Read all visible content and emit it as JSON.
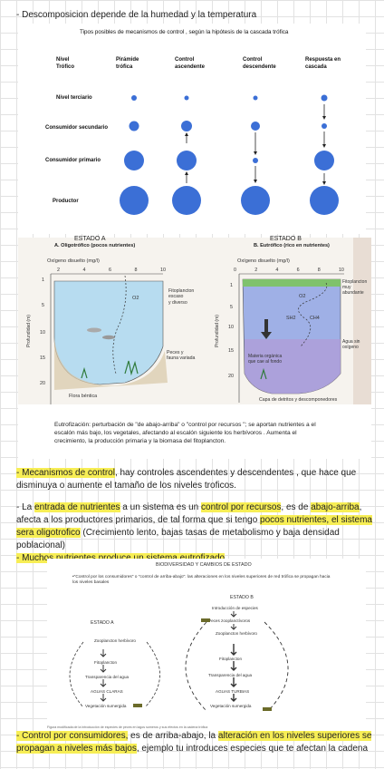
{
  "notes": {
    "line1": "- Descomposicion depende de la humedad y la temperatura",
    "p1_hl": "- Mecanismos de control",
    "p1_rest": ", hay controles ascendentes y descendentes , que hace que disminuya o aumente el tamaño de los niveles troficos.",
    "p2_a": "- La ",
    "p2_b": "entrada de nutrientes",
    "p2_c": " a un sistema es un ",
    "p2_d": "control por recursos",
    "p2_e": ", es de ",
    "p2_f": "abajo-arriba",
    "p2_g": ", afecta a los productores primarios, de tal forma que si tengo ",
    "p2_h": "pocos nutrientes, el sistema sera oligotrofico",
    "p2_i": " (Crecimiento lento, bajas tasas de metabolismo y baja densidad poblacional)",
    "p3": "- Muchos nutrientes produce un sistema eutrofizado",
    "p4_a": "- Control por consumidores,",
    "p4_b": " es de arriba-abajo, la ",
    "p4_c": "alteración en los niveles superiores se propagan a niveles más bajos",
    "p4_d": ", ejemplo tu introduces especies que te afectan la cadena"
  },
  "cascade": {
    "title": "Tipos posibles de mecanismos de control , según la hipótesis de la cascada trófica",
    "col_level": "Nivel\nTrófico",
    "col_pyramid": "Pirámide\ntrófica",
    "col_up": "Control\nascendente",
    "col_down": "Control\ndescendente",
    "col_response": "Respuesta en\ncascada",
    "row1": "Nivel terciario",
    "row2": "Consumidor secundario",
    "row3": "Consumidor primario",
    "row4": "Productor"
  },
  "lakes": {
    "a_title": "ESTADO A",
    "a_sub": "A. Oligotrófico (pocos nutrientes)",
    "b_title": "ESTADO B",
    "b_sub": "B. Eutrófico (rico en nutrientes)",
    "oxygen": "Oxígeno disuelto (mg/l)",
    "x_ticks": [
      "0",
      "2",
      "4",
      "6",
      "8",
      "10"
    ],
    "depth_ticks": [
      "1",
      "5",
      "10",
      "15",
      "20"
    ],
    "depth_label": "Profundidad (m)",
    "o2": "O2",
    "sh2": "SH2",
    "ch4": "CH4",
    "a_phyto": "Fitoplancton\nescaso\ny diverso",
    "a_fish": "Peces y\nfauna variada",
    "a_flora": "Flora béntica",
    "b_phyto": "Fitoplancton\nmuy\nabundante",
    "b_matter": "Materia orgánica\nque cae al fondo",
    "b_water": "Agua sin\noxígeno",
    "b_bottom": "Capa de detritos y descomponedores",
    "caption": "Eutrofización: perturbación de \"de abajo-arriba\" o \"control por recursos \"; se aportan nutrientes a el escalón más bajo, los vegetales, afectando al escalón siguiente los herbívoros . Aumenta el crecimiento, la producción primaria y la biomasa del fitoplancton."
  },
  "biodiv": {
    "title": "BIODIVERSIDAD Y CAMBIOS DE ESTADO",
    "bullet": "•\"Control por los consumidores\" o \"control de arriba-abajo\": las alteraciones en los niveles superiores de red trófica se propagan hacia los niveles basales",
    "state_a": "ESTADO A",
    "state_b": "ESTADO B",
    "a_items": [
      "Zooplancton herbívoro",
      "Fitoplancton",
      "Transparencia del agua",
      "AGUAS CLARAS",
      "Vegetación sumergida"
    ],
    "b_items": [
      "Introducción de especies",
      "Peces zooplanctívoros",
      "Zooplancton herbívoro",
      "Fitoplancton",
      "Transparencia del agua",
      "AGUAS TURBIAS",
      "Vegetación sumergida"
    ],
    "footer": "Figura modificada de la introducción de especies de peces en lagos someros y sus efectos en la cadena trófica"
  }
}
